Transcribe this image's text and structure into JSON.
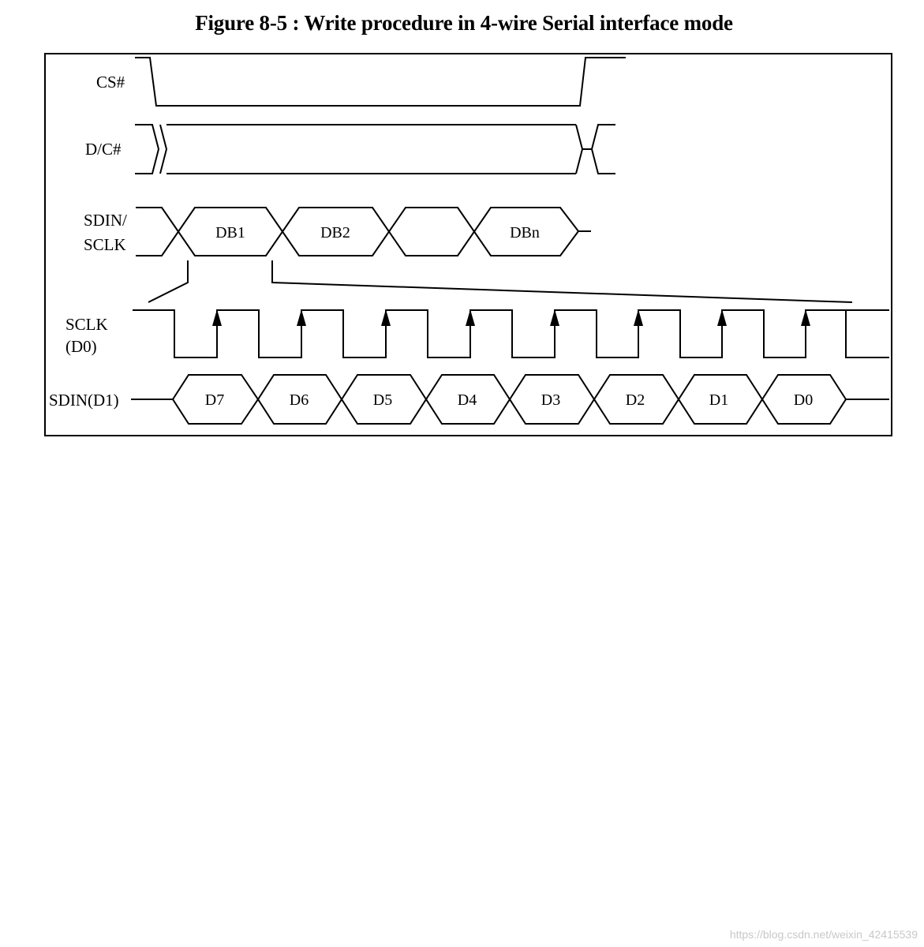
{
  "title": "Figure 8-5 : Write procedure in 4-wire Serial interface mode",
  "signals": {
    "cs": "CS#",
    "dc": "D/C#",
    "sdin_sclk_line1": "SDIN/",
    "sdin_sclk_line2": "SCLK",
    "sclk_line1": "SCLK",
    "sclk_line2": "(D0)",
    "sdin_d1": "SDIN(D1)"
  },
  "bus_cells": [
    "DB1",
    "DB2",
    "",
    "DBn"
  ],
  "bit_cells": [
    "D7",
    "D6",
    "D5",
    "D4",
    "D3",
    "D2",
    "D1",
    "D0"
  ],
  "watermark": "https://blog.csdn.net/weixin_42415539"
}
